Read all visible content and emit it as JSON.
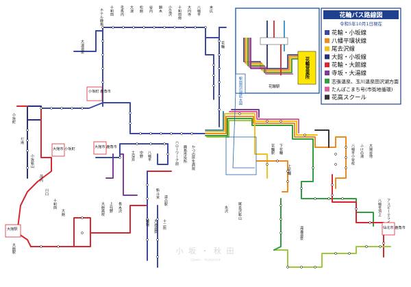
{
  "header": {
    "title": "花輪バス路線図",
    "subtitle": "令和5年10月1日現在"
  },
  "colors": {
    "red": "#d7262e",
    "blue": "#3a49a3",
    "navy": "#2b2f7a",
    "orange": "#f08a1c",
    "yellow": "#f2c21a",
    "green": "#2e9e3e",
    "lime": "#9dc93a",
    "purple": "#7e3c96",
    "pink": "#e15a9a",
    "cyan": "#2f8fc9",
    "gray": "#333333",
    "legend_border": "#1f3f8f"
  },
  "legend": [
    {
      "label": "花輪・小坂線",
      "color": "#3a49a3"
    },
    {
      "label": "八幡平環状線",
      "color": "#f08a1c"
    },
    {
      "label": "尾去沢線",
      "color": "#f2c21a"
    },
    {
      "label": "大館・小坂線",
      "color": "#2b2f7a"
    },
    {
      "label": "花輪・大館線",
      "color": "#d7262e"
    },
    {
      "label": "寺坂・大湯線",
      "color": "#7e3c96"
    },
    {
      "label": "志張温泉、玉川温泉田沢湖方面",
      "color": "#2e9e3e"
    },
    {
      "label": "たんぽこまち号(市街地循環)",
      "color": "#e15a9a"
    },
    {
      "label": "花高スクール",
      "color": "#333333"
    }
  ],
  "inset": {
    "title": "駅前周辺部拡大図",
    "office_label": "花輪営業所",
    "station_label": "花輪駅"
  },
  "callouts": [
    {
      "text": "小坂町 鹿角市"
    },
    {
      "text": "大館市 小坂町"
    },
    {
      "text": "大館市 鹿角市"
    },
    {
      "text": "仙北市 鹿角市"
    }
  ],
  "watermark": {
    "main": "小 坂 ・ 秋 田",
    "sub": "Open · footprint"
  },
  "stops_top": [
    "大湯温泉",
    "ホテル鹿角",
    "十和田",
    "毛馬内",
    "大湯",
    "松館",
    "谷内",
    "錦木",
    "小豆沢",
    "十和田南",
    "大円寺",
    "八幡平",
    "末広",
    "花輪"
  ],
  "stops_left": [
    "小坂町",
    "七滝",
    "小坂鉱山",
    "茂内",
    "川口",
    "十和田",
    "大館"
  ],
  "stops_center": [
    "ハローワーク前",
    "鹿角市役所",
    "かづの厚生病院",
    "土深井",
    "中野",
    "八幡平",
    "新斗米",
    "道の駅"
  ],
  "stops_right": [
    "花輪駅",
    "下花輪",
    "上花輪",
    "八幡平小学校",
    "ふけの湯",
    "大場谷地",
    "八幡平頂上",
    "アスピーテライン"
  ],
  "stops_bottom": [
    "大館駅",
    "大館高校",
    "上代野",
    "長木沢",
    "陣場",
    "大滝温泉",
    "十二所",
    "水沢",
    "尾去沢鉱山",
    "湯瀬温泉"
  ]
}
